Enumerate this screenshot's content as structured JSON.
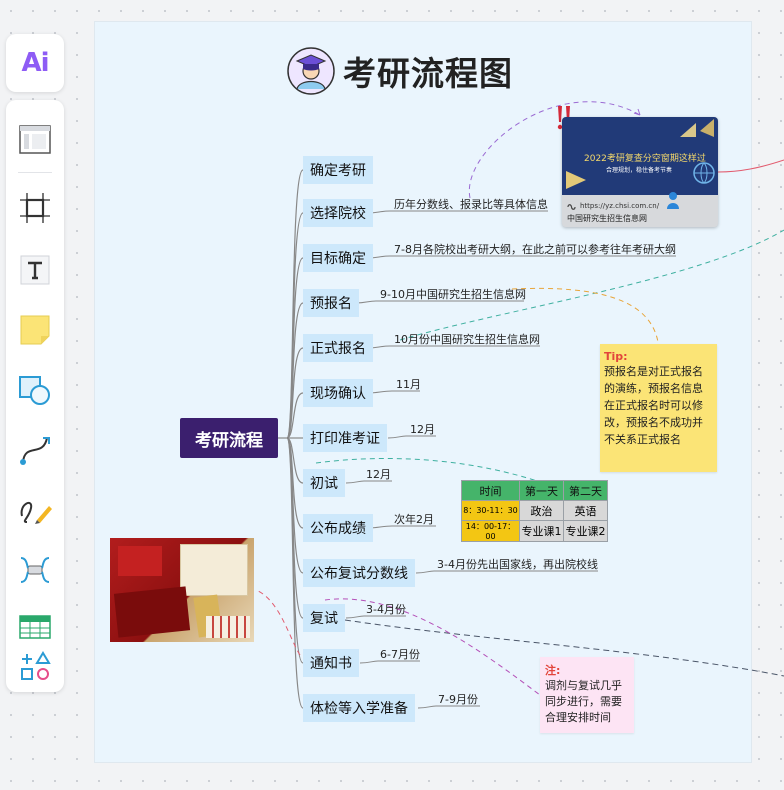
{
  "toolbar": {
    "ai_label": "Ai",
    "tools": [
      {
        "name": "template-icon"
      },
      {
        "name": "frame-icon"
      },
      {
        "name": "text-icon",
        "glyph": "T"
      },
      {
        "name": "sticky-note-icon"
      },
      {
        "name": "shape-icon"
      },
      {
        "name": "connector-icon"
      },
      {
        "name": "pen-icon"
      },
      {
        "name": "mindmap-icon"
      },
      {
        "name": "table-icon"
      },
      {
        "name": "more-shapes-icon"
      }
    ]
  },
  "mindmap": {
    "title": "考研流程图",
    "root": "考研流程",
    "branches": [
      {
        "label": "确定考研",
        "note": ""
      },
      {
        "label": "选择院校",
        "note": "历年分数线、报录比等具体信息"
      },
      {
        "label": "目标确定",
        "note": "7-8月各院校出考研大纲，在此之前可以参考往年考研大纲"
      },
      {
        "label": "预报名",
        "note": "9-10月中国研究生招生信息网"
      },
      {
        "label": "正式报名",
        "note": "10月份中国研究生招生信息网"
      },
      {
        "label": "现场确认",
        "note": "11月"
      },
      {
        "label": "打印准考证",
        "note": "12月"
      },
      {
        "label": "初试",
        "note": "12月"
      },
      {
        "label": "公布成绩",
        "note": "次年2月"
      },
      {
        "label": "公布复试分数线",
        "note": "3-4月份先出国家线，再出院校线"
      },
      {
        "label": "复试",
        "note": "3-4月份"
      },
      {
        "label": "通知书",
        "note": "6-7月份"
      },
      {
        "label": "体检等入学准备",
        "note": "7-9月份"
      }
    ]
  },
  "website_card": {
    "headline": "2022考研复查分空窗期这样过",
    "subline": "合理规划，稳住备考节奏",
    "url": "https://yz.chsi.com.cn/",
    "site_name": "中国研究生招生信息网"
  },
  "tip_note": {
    "title": "Tip:",
    "body": [
      "预报名是对正式报名",
      "的演练，预报名信息",
      "在正式报名时可以修",
      "改，预报名不成功并",
      "不关系正式报名"
    ]
  },
  "attention_note": {
    "title": "注:",
    "body": [
      "调剂与复试几乎",
      "同步进行，需要",
      "合理安排时间"
    ]
  },
  "exam_schedule": {
    "headers": [
      "时间",
      "第一天",
      "第二天"
    ],
    "rows": [
      {
        "time": "8：30-11：30",
        "day1": "政治",
        "day2": "英语"
      },
      {
        "time": "14：00-17：00",
        "day1": "专业课1",
        "day2": "专业课2"
      }
    ]
  },
  "colors": {
    "root_bg": "#3b1f6e",
    "branch_bg": "#cde8fb",
    "canvas_bg": "#eaf5fd",
    "ai_accent": "#8e5cf5",
    "table_header": "#45b46a",
    "table_time": "#f3c613",
    "tip_bg": "#fbe476",
    "attention_bg": "#fde4f4"
  }
}
